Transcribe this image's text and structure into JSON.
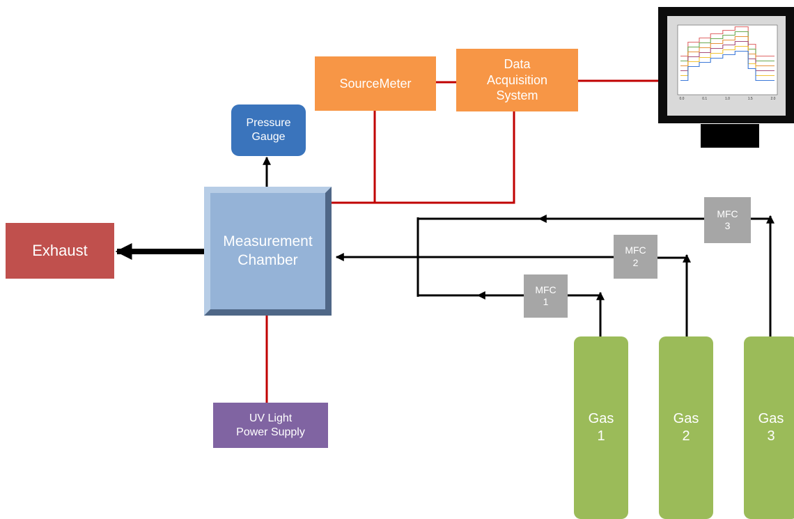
{
  "boxes": {
    "pressure_gauge": "Pressure\nGauge",
    "sourcemeter": "SourceMeter",
    "data_acquisition": "Data\nAcquisition\nSystem",
    "exhaust": "Exhaust",
    "measurement_chamber": "Measurement\nChamber",
    "uv_supply": "UV Light\nPower Supply",
    "mfc1": "MFC\n1",
    "mfc2": "MFC\n2",
    "mfc3": "MFC\n3",
    "gas1": "Gas\n1",
    "gas2": "Gas\n2",
    "gas3": "Gas\n3"
  },
  "monitor_plot": {
    "x_ticks": [
      "0.0",
      "0.1",
      "1.0",
      "1.5",
      "2.0"
    ],
    "series_colors": [
      "#e06666",
      "#6aa84f",
      "#e69138",
      "#a64d79",
      "#f1c232",
      "#3c78d8"
    ]
  },
  "colors": {
    "electrical_wire": "#c00000",
    "gas_line": "#000000",
    "chamber": "#95b3d7",
    "sourcemeter": "#f79646",
    "exhaust": "#c0504d",
    "pressure_gauge": "#3a74bc",
    "uv_supply": "#8064a2",
    "mfc": "#a6a6a6",
    "gas_cylinder": "#9bbb59"
  }
}
